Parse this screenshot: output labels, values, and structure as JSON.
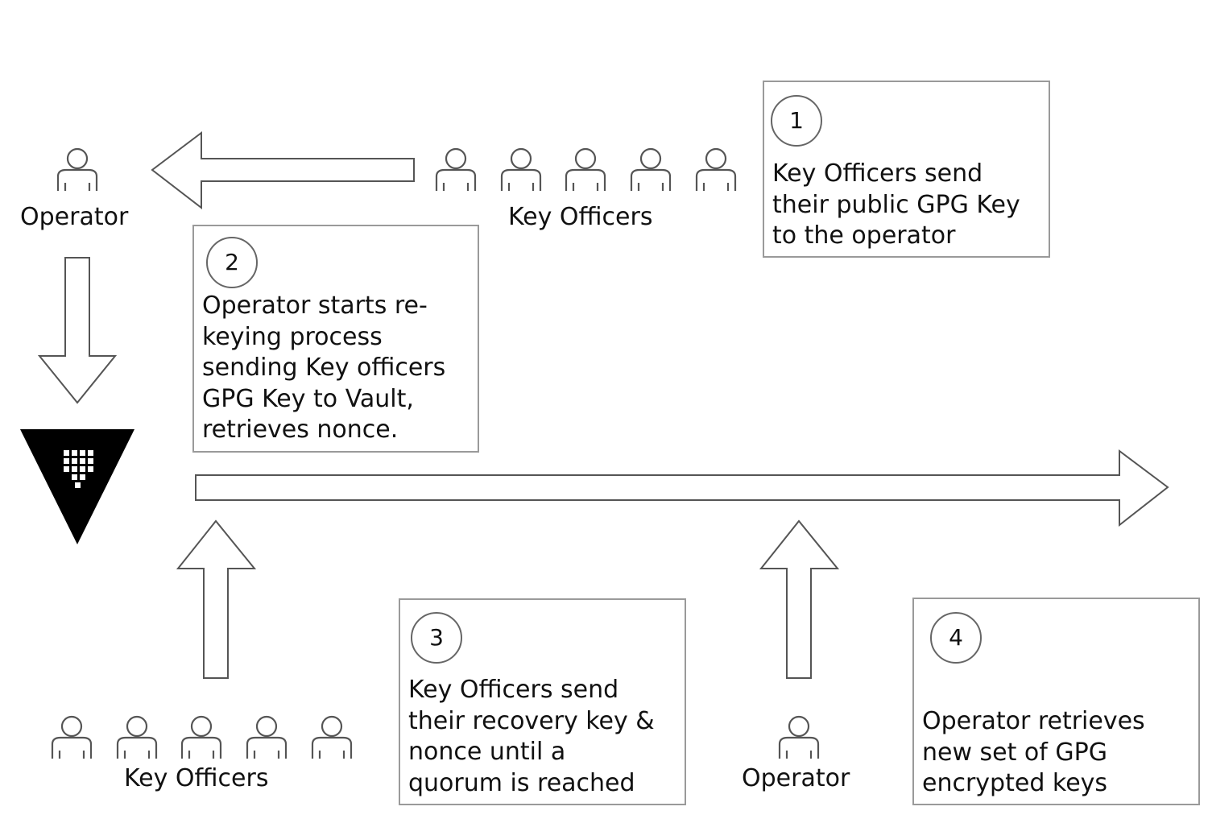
{
  "actors": {
    "operator_top": "Operator",
    "key_officers_top": "Key Officers",
    "key_officers_bottom": "Key Officers",
    "operator_bottom": "Operator"
  },
  "steps": [
    {
      "number": "1",
      "text": "Key Officers send\ntheir public GPG Key\nto the operator"
    },
    {
      "number": "2",
      "text": "Operator starts re-\nkeying process\nsending Key officers\nGPG Key to Vault,\nretrieves nonce."
    },
    {
      "number": "3",
      "text": "Key Officers send\ntheir recovery key &\nnonce until a\nquorum is reached"
    },
    {
      "number": "4",
      "text": "Operator retrieves\nnew set of GPG\nencrypted keys"
    }
  ],
  "icons": {
    "person": "person-icon",
    "vault": "vault-logo",
    "arrow": "hollow-arrow"
  },
  "colors": {
    "stroke": "#555555",
    "box_border": "#9a9a9a",
    "vault": "#000000"
  }
}
